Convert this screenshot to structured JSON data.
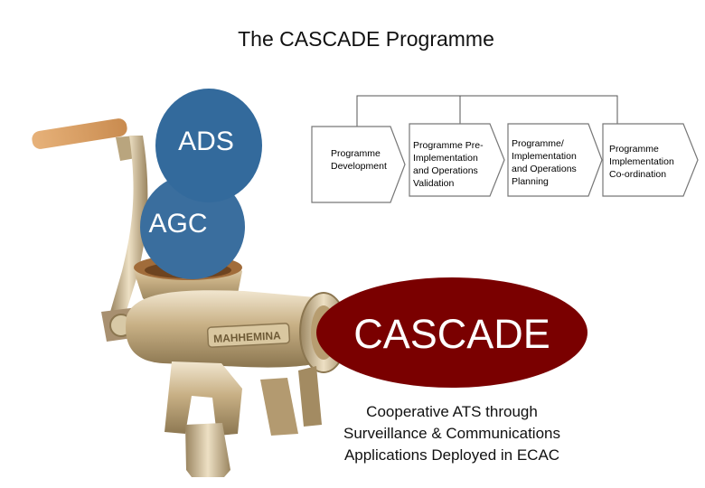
{
  "title": "The CASCADE Programme",
  "circles": {
    "ads": "ADS",
    "agc": "AGC"
  },
  "grinder": {
    "embossed_text": "MAHHEMINA"
  },
  "steps": [
    {
      "label_lines": [
        "Programme",
        "Development"
      ]
    },
    {
      "label_lines": [
        "Programme Pre-",
        "Implementation",
        "and Operations",
        "Validation"
      ]
    },
    {
      "label_lines": [
        "Programme/",
        "Implementation",
        "and Operations",
        "Planning"
      ]
    },
    {
      "label_lines": [
        "Programme",
        "Implementation",
        "Co-ordination"
      ]
    }
  ],
  "cascade": {
    "label": "CASCADE",
    "expansion": [
      "Cooperative ATS through",
      "Surveillance & Communications",
      "Applications Deployed in ECAC"
    ]
  },
  "colors": {
    "blue": "#336a9c",
    "maroon": "#7a0000",
    "brass": "#c9ad7a",
    "handle": "#d9a36a"
  }
}
